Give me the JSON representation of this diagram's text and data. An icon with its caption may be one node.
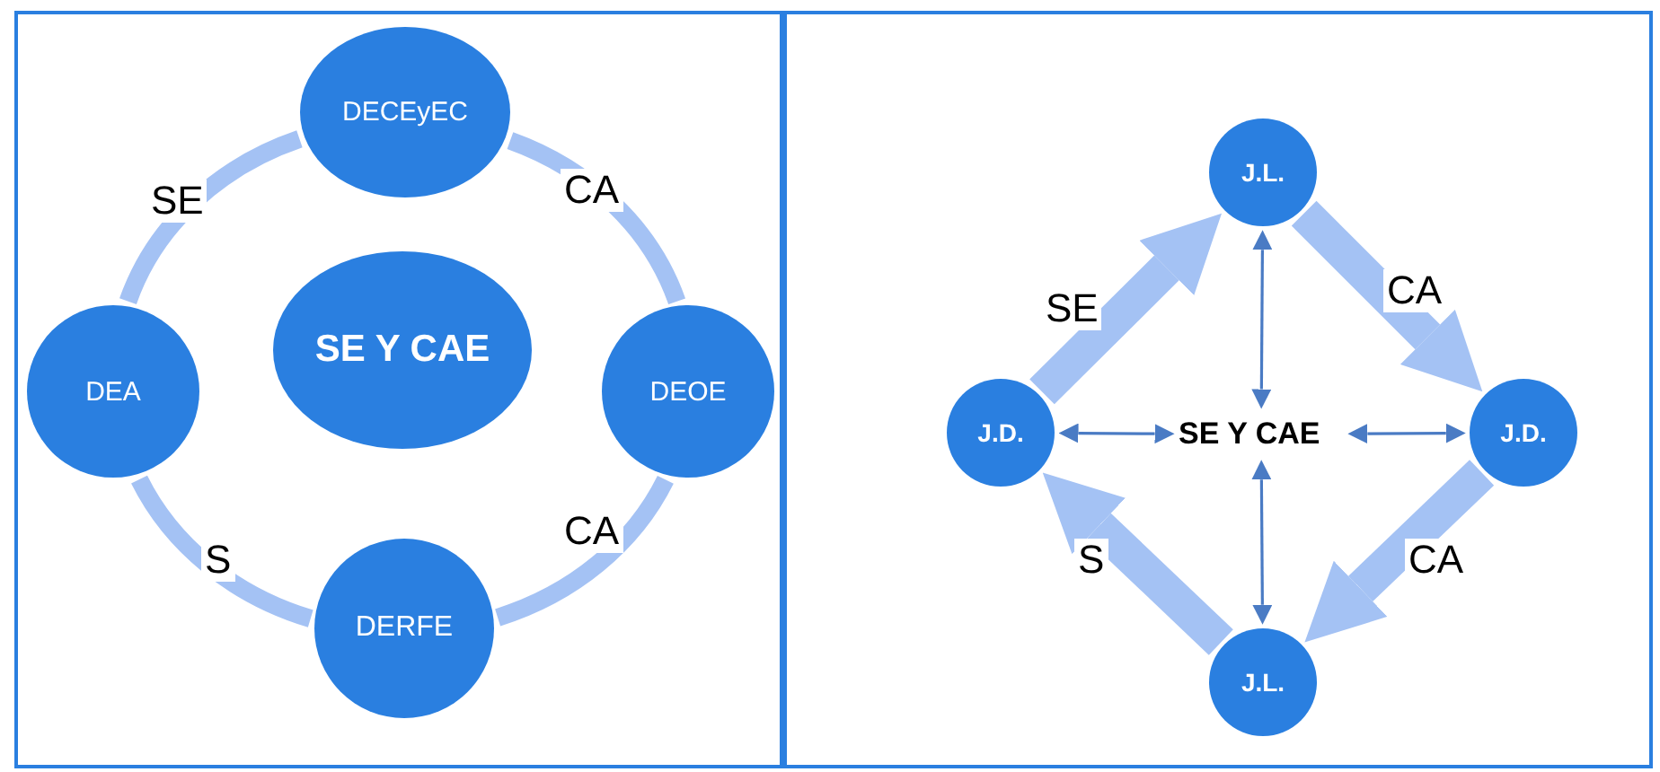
{
  "diagram": {
    "nodes": [
      {
        "text": [],
        "shape": "box"
      },
      {
        "text": [
          "DECEyEC"
        ],
        "in": 0
      },
      {
        "text": [
          "DEA"
        ],
        "in": 0
      },
      {
        "text": [
          "SE Y CAE"
        ],
        "in": 0
      },
      {
        "text": [
          "DEOE"
        ],
        "in": 0
      },
      {
        "text": [
          "DERFE"
        ],
        "in": 0
      },
      {
        "text": [],
        "shape": "box"
      },
      {
        "text": [
          "J.L."
        ],
        "in": 6
      },
      {
        "text": [
          "J.D."
        ],
        "in": 6
      },
      {
        "text": [
          "SE Y CAE"
        ],
        "in": 6
      },
      {
        "text": [
          "J.D."
        ],
        "in": 6
      },
      {
        "text": [
          "J.L."
        ],
        "in": 6
      }
    ],
    "edges": [
      {
        "from": 2,
        "to": 1,
        "arrow": "none",
        "label": "SE",
        "color": "#a4c2f4"
      },
      {
        "from": 1,
        "to": 4,
        "arrow": "none",
        "label": "CA",
        "color": "#a4c2f4"
      },
      {
        "from": 4,
        "to": 5,
        "arrow": "none",
        "label": "CA",
        "color": "#a4c2f4"
      },
      {
        "from": 5,
        "to": 2,
        "arrow": "none",
        "label": "S",
        "color": "#a4c2f4"
      },
      {
        "from": 9,
        "to": 7,
        "arrow": "both"
      },
      {
        "from": 9,
        "to": 8,
        "arrow": "both"
      },
      {
        "from": 9,
        "to": 10,
        "arrow": "both"
      },
      {
        "from": 9,
        "to": 11,
        "arrow": "both"
      },
      {
        "from": 8,
        "to": 7,
        "arrow": "to",
        "label": "SE",
        "style": "thick",
        "color": "#a4c2f4"
      },
      {
        "from": 7,
        "to": 10,
        "arrow": "to",
        "label": "CA",
        "style": "thick",
        "color": "#a4c2f4"
      },
      {
        "from": 10,
        "to": 11,
        "arrow": "to",
        "label": "CA",
        "style": "thick",
        "color": "#a4c2f4"
      },
      {
        "from": 11,
        "to": 8,
        "arrow": "to",
        "label": "S",
        "style": "thick",
        "color": "#a4c2f4"
      }
    ]
  }
}
